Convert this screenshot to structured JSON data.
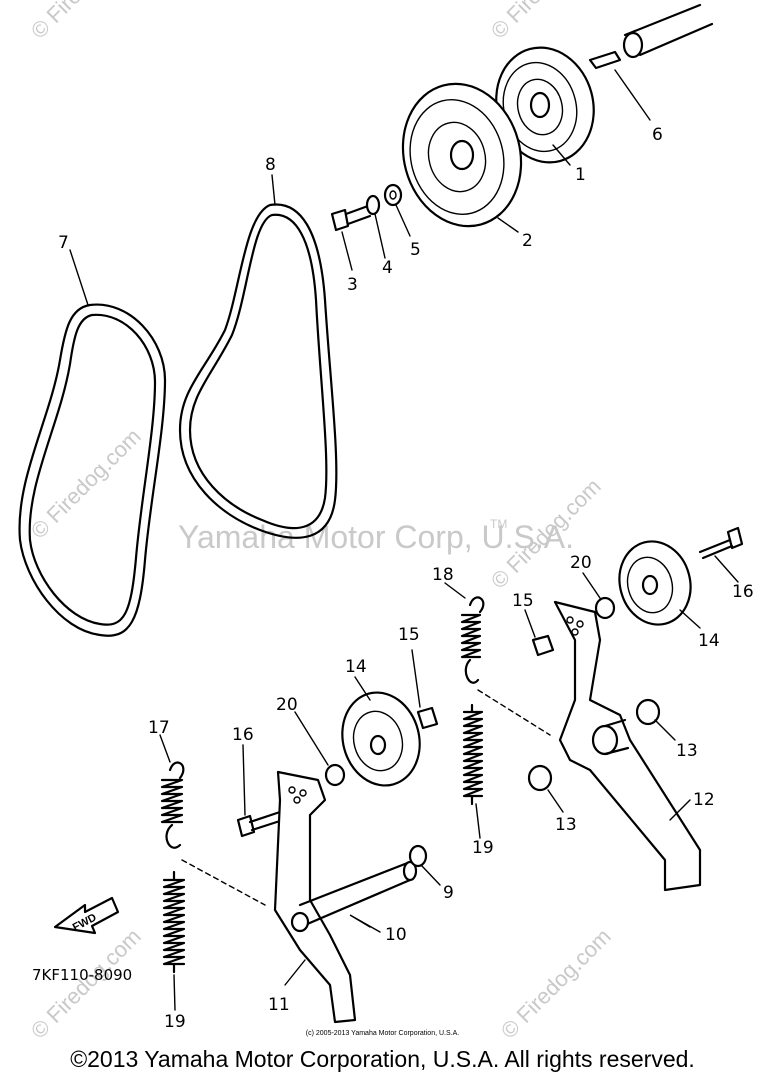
{
  "watermark": {
    "site": "© Firedog.com",
    "brand": "Yamaha Motor Corp, U.S.A.",
    "tm": "TM"
  },
  "callouts": [
    "1",
    "2",
    "3",
    "4",
    "5",
    "6",
    "7",
    "8",
    "9",
    "10",
    "11",
    "12",
    "13",
    "13",
    "14",
    "14",
    "15",
    "15",
    "16",
    "16",
    "17",
    "18",
    "19",
    "19",
    "20",
    "20"
  ],
  "fwd_label": "FWD",
  "diagram_code": "7KF110-8090",
  "small_copyright": "(c) 2005-2013 Yamaha Motor Corporation, U.S.A.",
  "copyright": "©2013 Yamaha Motor Corporation, U.S.A. All rights reserved."
}
